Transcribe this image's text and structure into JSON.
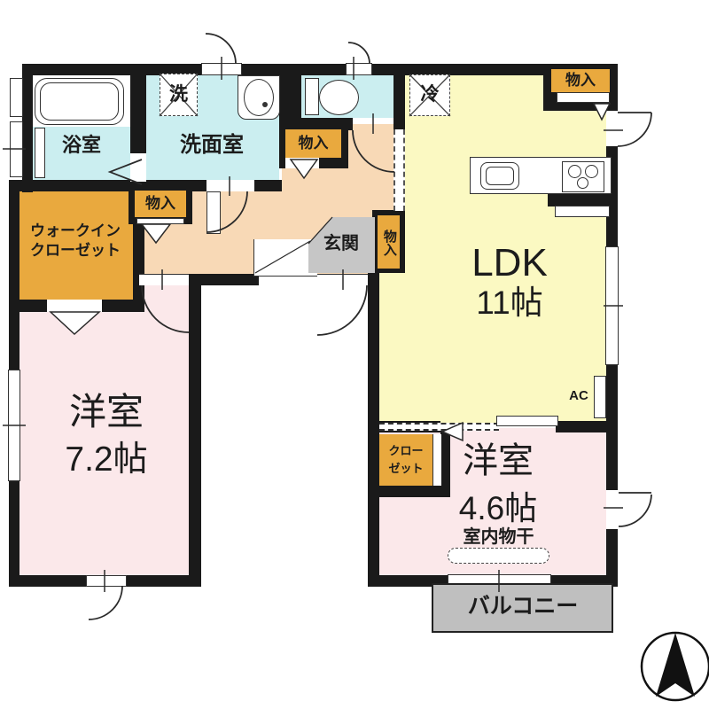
{
  "title": "floor-plan",
  "colors": {
    "wall": "#1a1a1a",
    "cyan": "#cbeef0",
    "yellow": "#fbf9c2",
    "pink": "#fbe8ea",
    "peach": "#f8d9b6",
    "orange": "#e9a93e",
    "genkan_gray": "#c6c6c6",
    "balcony_gray": "#bfbfbf",
    "line": "#2a2a2a"
  },
  "rooms": {
    "bath": {
      "label": "浴室"
    },
    "washroom": {
      "label": "洗面室"
    },
    "ldk": {
      "label": "LDK",
      "size": "11帖"
    },
    "room72": {
      "label": "洋室",
      "size": "7.2帖"
    },
    "room46": {
      "label": "洋室",
      "size": "4.6帖",
      "note": "室内物干"
    },
    "wic": {
      "line1": "ウォークイン",
      "line2": "クローゼット"
    },
    "closet46": {
      "line1": "クロー",
      "line2": "ゼット"
    },
    "genkan": {
      "label": "玄関"
    },
    "balcony": {
      "label": "バルコニー"
    }
  },
  "labels": {
    "storage": "物入",
    "laundry": "洗",
    "fridge": "冷",
    "ac": "AC"
  }
}
